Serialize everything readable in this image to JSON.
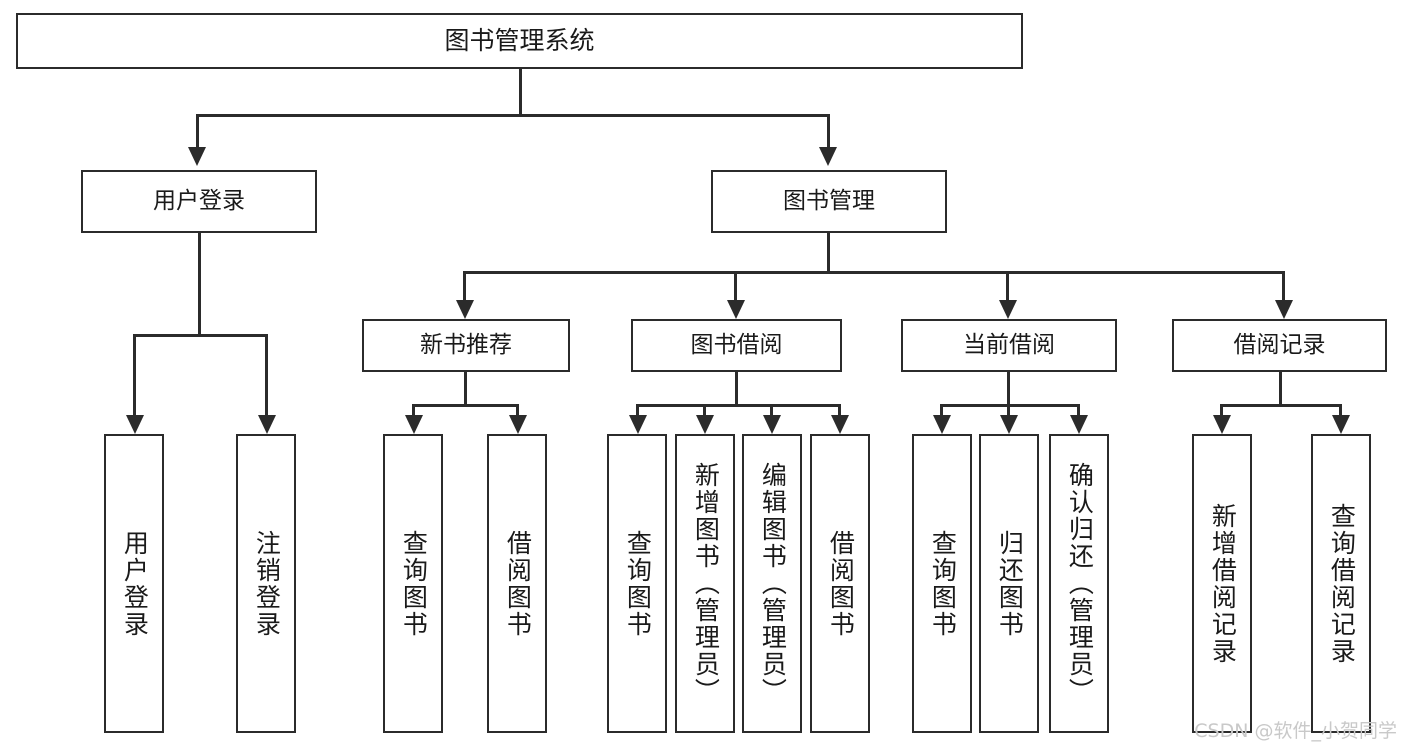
{
  "diagram": {
    "type": "tree-hierarchy",
    "title": "图书管理系统",
    "watermark": "CSDN @软件_小贺同学",
    "colors": {
      "box_border": "#2b2b2b",
      "box_fill": "#ffffff",
      "connector": "#2b2b2b",
      "text": "#1a1a1a",
      "watermark": "#c9c9c9",
      "background": "#ffffff"
    },
    "root": {
      "label": "图书管理系统"
    },
    "level2": [
      {
        "label": "用户登录"
      },
      {
        "label": "图书管理"
      }
    ],
    "level3": [
      {
        "label": "新书推荐"
      },
      {
        "label": "图书借阅"
      },
      {
        "label": "当前借阅"
      },
      {
        "label": "借阅记录"
      }
    ],
    "leaves": {
      "user_login": [
        {
          "label": "用户登录"
        },
        {
          "label": "注销登录"
        }
      ],
      "new_book": [
        {
          "label": "查询图书"
        },
        {
          "label": "借阅图书"
        }
      ],
      "book_borrow": [
        {
          "label": "查询图书"
        },
        {
          "label": "新增图书（管理员）"
        },
        {
          "label": "编辑图书（管理员）"
        },
        {
          "label": "借阅图书"
        }
      ],
      "current_borrow": [
        {
          "label": "查询图书"
        },
        {
          "label": "归还图书"
        },
        {
          "label": "确认归还（管理员）"
        }
      ],
      "borrow_record": [
        {
          "label": "新增借阅记录"
        },
        {
          "label": "查询借阅记录"
        }
      ]
    }
  }
}
